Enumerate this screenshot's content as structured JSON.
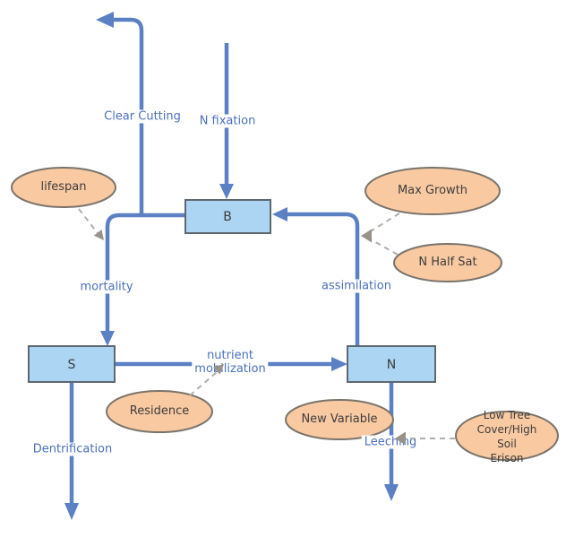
{
  "colors": {
    "background": "#ffffff",
    "flow-blue": "#5b80c4",
    "label-blue": "#4a70bd",
    "stock-fill": "#abd5f3",
    "stock-border": "#5f6770",
    "variable-fill": "#f9c9a2",
    "variable-border": "#7a746b",
    "dark-text": "#3d3d3d",
    "connector-gray": "#b1aeab",
    "connector-arrow": "#98928b"
  },
  "diagram": {
    "stocks": [
      {
        "id": "B",
        "label": "B"
      },
      {
        "id": "S",
        "label": "S"
      },
      {
        "id": "N",
        "label": "N"
      }
    ],
    "flows": {
      "clear_cutting": "Clear Cutting",
      "n_fixation": "N fixation",
      "mortality": "mortality",
      "assimilation": "assimilation",
      "nutrient_mobilization": "nutrient\nmobilization",
      "dentrification": "Dentrification",
      "leeching": "Leeching"
    },
    "variables": {
      "lifespan": "lifespan",
      "max_growth": "Max Growth",
      "n_half_sat": "N Half Sat",
      "residence": "Residence",
      "new_variable": "New Variable",
      "low_tree_cover": "Low Tree\nCover/High Soil\nErison"
    }
  }
}
